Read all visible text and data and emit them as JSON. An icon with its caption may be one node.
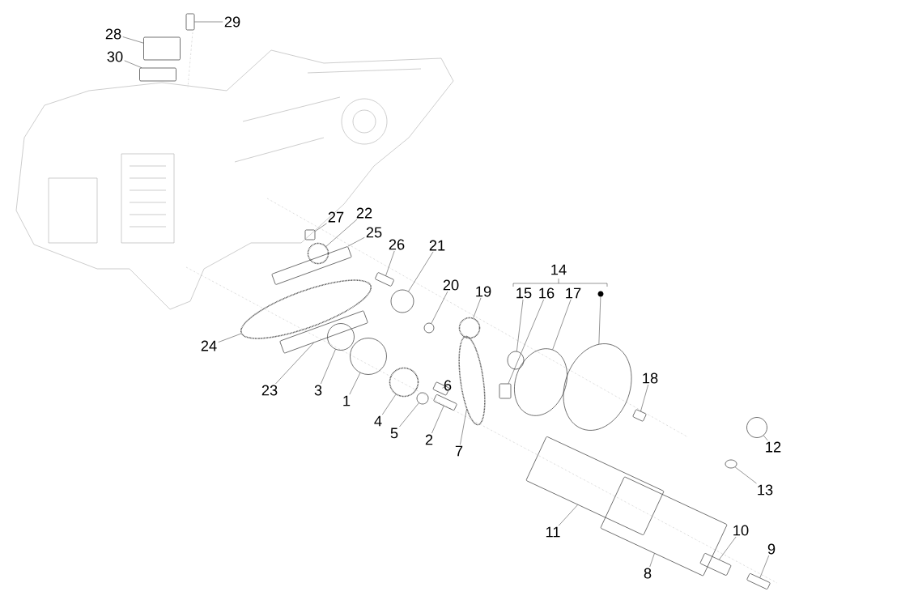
{
  "diagram": {
    "nodes": [
      {
        "text": [
          "1"
        ]
      },
      {
        "text": [
          "2"
        ]
      },
      {
        "text": [
          "3"
        ]
      },
      {
        "text": [
          "4"
        ]
      },
      {
        "text": [
          "5"
        ]
      },
      {
        "text": [
          "6"
        ]
      },
      {
        "text": [
          "7"
        ]
      },
      {
        "text": [
          "8"
        ]
      },
      {
        "text": [
          "9"
        ]
      },
      {
        "text": [
          "10"
        ]
      },
      {
        "text": [
          "11"
        ]
      },
      {
        "text": [
          "12"
        ]
      },
      {
        "text": [
          "13"
        ]
      },
      {
        "text": [
          "15"
        ]
      },
      {
        "text": [
          "16"
        ]
      },
      {
        "text": [
          "17"
        ]
      },
      {
        "text": [
          "18"
        ]
      },
      {
        "text": [
          "19"
        ]
      },
      {
        "text": [
          "20"
        ]
      },
      {
        "text": [
          "21"
        ]
      },
      {
        "text": [
          "22"
        ]
      },
      {
        "text": [
          "23"
        ]
      },
      {
        "text": [
          "24"
        ]
      },
      {
        "text": [
          "25"
        ]
      },
      {
        "text": [
          "26"
        ]
      },
      {
        "text": [
          "27"
        ]
      },
      {
        "text": [
          "28"
        ]
      },
      {
        "text": [
          "29"
        ]
      },
      {
        "text": [
          "30"
        ]
      },
      {
        "text": [],
        "shape": "dot"
      },
      {
        "text": [],
        "shape": "circle"
      },
      {
        "text": [],
        "shape": "box"
      },
      {
        "text": [],
        "shape": "circle"
      },
      {
        "text": [],
        "shape": "circle"
      },
      {
        "text": [],
        "shape": "circle"
      },
      {
        "text": [],
        "shape": "box"
      },
      {
        "text": [],
        "shape": "circle"
      },
      {
        "text": [],
        "shape": "box"
      },
      {
        "text": [],
        "shape": "box"
      },
      {
        "text": [],
        "shape": "box"
      },
      {
        "text": [],
        "shape": "box"
      },
      {
        "text": [],
        "shape": "circle"
      },
      {
        "text": [],
        "shape": "circle"
      },
      {
        "text": [],
        "shape": "circle"
      },
      {
        "text": [],
        "shape": "box"
      },
      {
        "text": [],
        "shape": "circle"
      },
      {
        "text": [],
        "shape": "box"
      },
      {
        "text": [],
        "shape": "circle"
      },
      {
        "text": [],
        "shape": "circle"
      },
      {
        "text": [],
        "shape": "circle"
      },
      {
        "text": [],
        "shape": "circle"
      },
      {
        "text": [],
        "shape": "box"
      },
      {
        "text": [],
        "shape": "circle"
      },
      {
        "text": [],
        "shape": "box"
      },
      {
        "text": [],
        "shape": "box"
      },
      {
        "text": [],
        "shape": "box"
      },
      {
        "text": [],
        "shape": "box"
      },
      {
        "text": [],
        "shape": "box"
      },
      {
        "text": [],
        "shape": "box"
      },
      {
        "text": [],
        "shape": "circle"
      }
    ],
    "edges": [
      {
        "from": 0,
        "to": 30,
        "arrow": "none"
      },
      {
        "from": 1,
        "to": 31,
        "arrow": "none"
      },
      {
        "from": 2,
        "to": 32,
        "arrow": "none"
      },
      {
        "from": 3,
        "to": 33,
        "arrow": "none"
      },
      {
        "from": 4,
        "to": 34,
        "arrow": "none"
      },
      {
        "from": 5,
        "to": 35,
        "arrow": "none"
      },
      {
        "from": 6,
        "to": 36,
        "arrow": "none"
      },
      {
        "from": 7,
        "to": 37,
        "arrow": "none"
      },
      {
        "from": 8,
        "to": 38,
        "arrow": "none"
      },
      {
        "from": 9,
        "to": 39,
        "arrow": "none"
      },
      {
        "from": 10,
        "to": 40,
        "arrow": "none"
      },
      {
        "from": 11,
        "to": 41,
        "arrow": "none"
      },
      {
        "from": 12,
        "to": 42,
        "arrow": "none"
      },
      {
        "from": 13,
        "to": 43,
        "arrow": "none"
      },
      {
        "from": 14,
        "to": 44,
        "arrow": "none"
      },
      {
        "from": 15,
        "to": 45,
        "arrow": "none"
      },
      {
        "from": 16,
        "to": 46,
        "arrow": "none"
      },
      {
        "from": 17,
        "to": 47,
        "arrow": "none"
      },
      {
        "from": 18,
        "to": 48,
        "arrow": "none"
      },
      {
        "from": 19,
        "to": 49,
        "arrow": "none"
      },
      {
        "from": 20,
        "to": 50,
        "arrow": "none"
      },
      {
        "from": 21,
        "to": 51,
        "arrow": "none"
      },
      {
        "from": 22,
        "to": 52,
        "arrow": "none"
      },
      {
        "from": 23,
        "to": 53,
        "arrow": "none"
      },
      {
        "from": 24,
        "to": 54,
        "arrow": "none"
      },
      {
        "from": 25,
        "to": 55,
        "arrow": "none"
      },
      {
        "from": 26,
        "to": 56,
        "arrow": "none"
      },
      {
        "from": 27,
        "to": 57,
        "arrow": "none"
      },
      {
        "from": 28,
        "to": 58,
        "arrow": "none"
      },
      {
        "from": 29,
        "to": 59,
        "arrow": "none"
      }
    ],
    "labels": [
      "14"
    ]
  }
}
